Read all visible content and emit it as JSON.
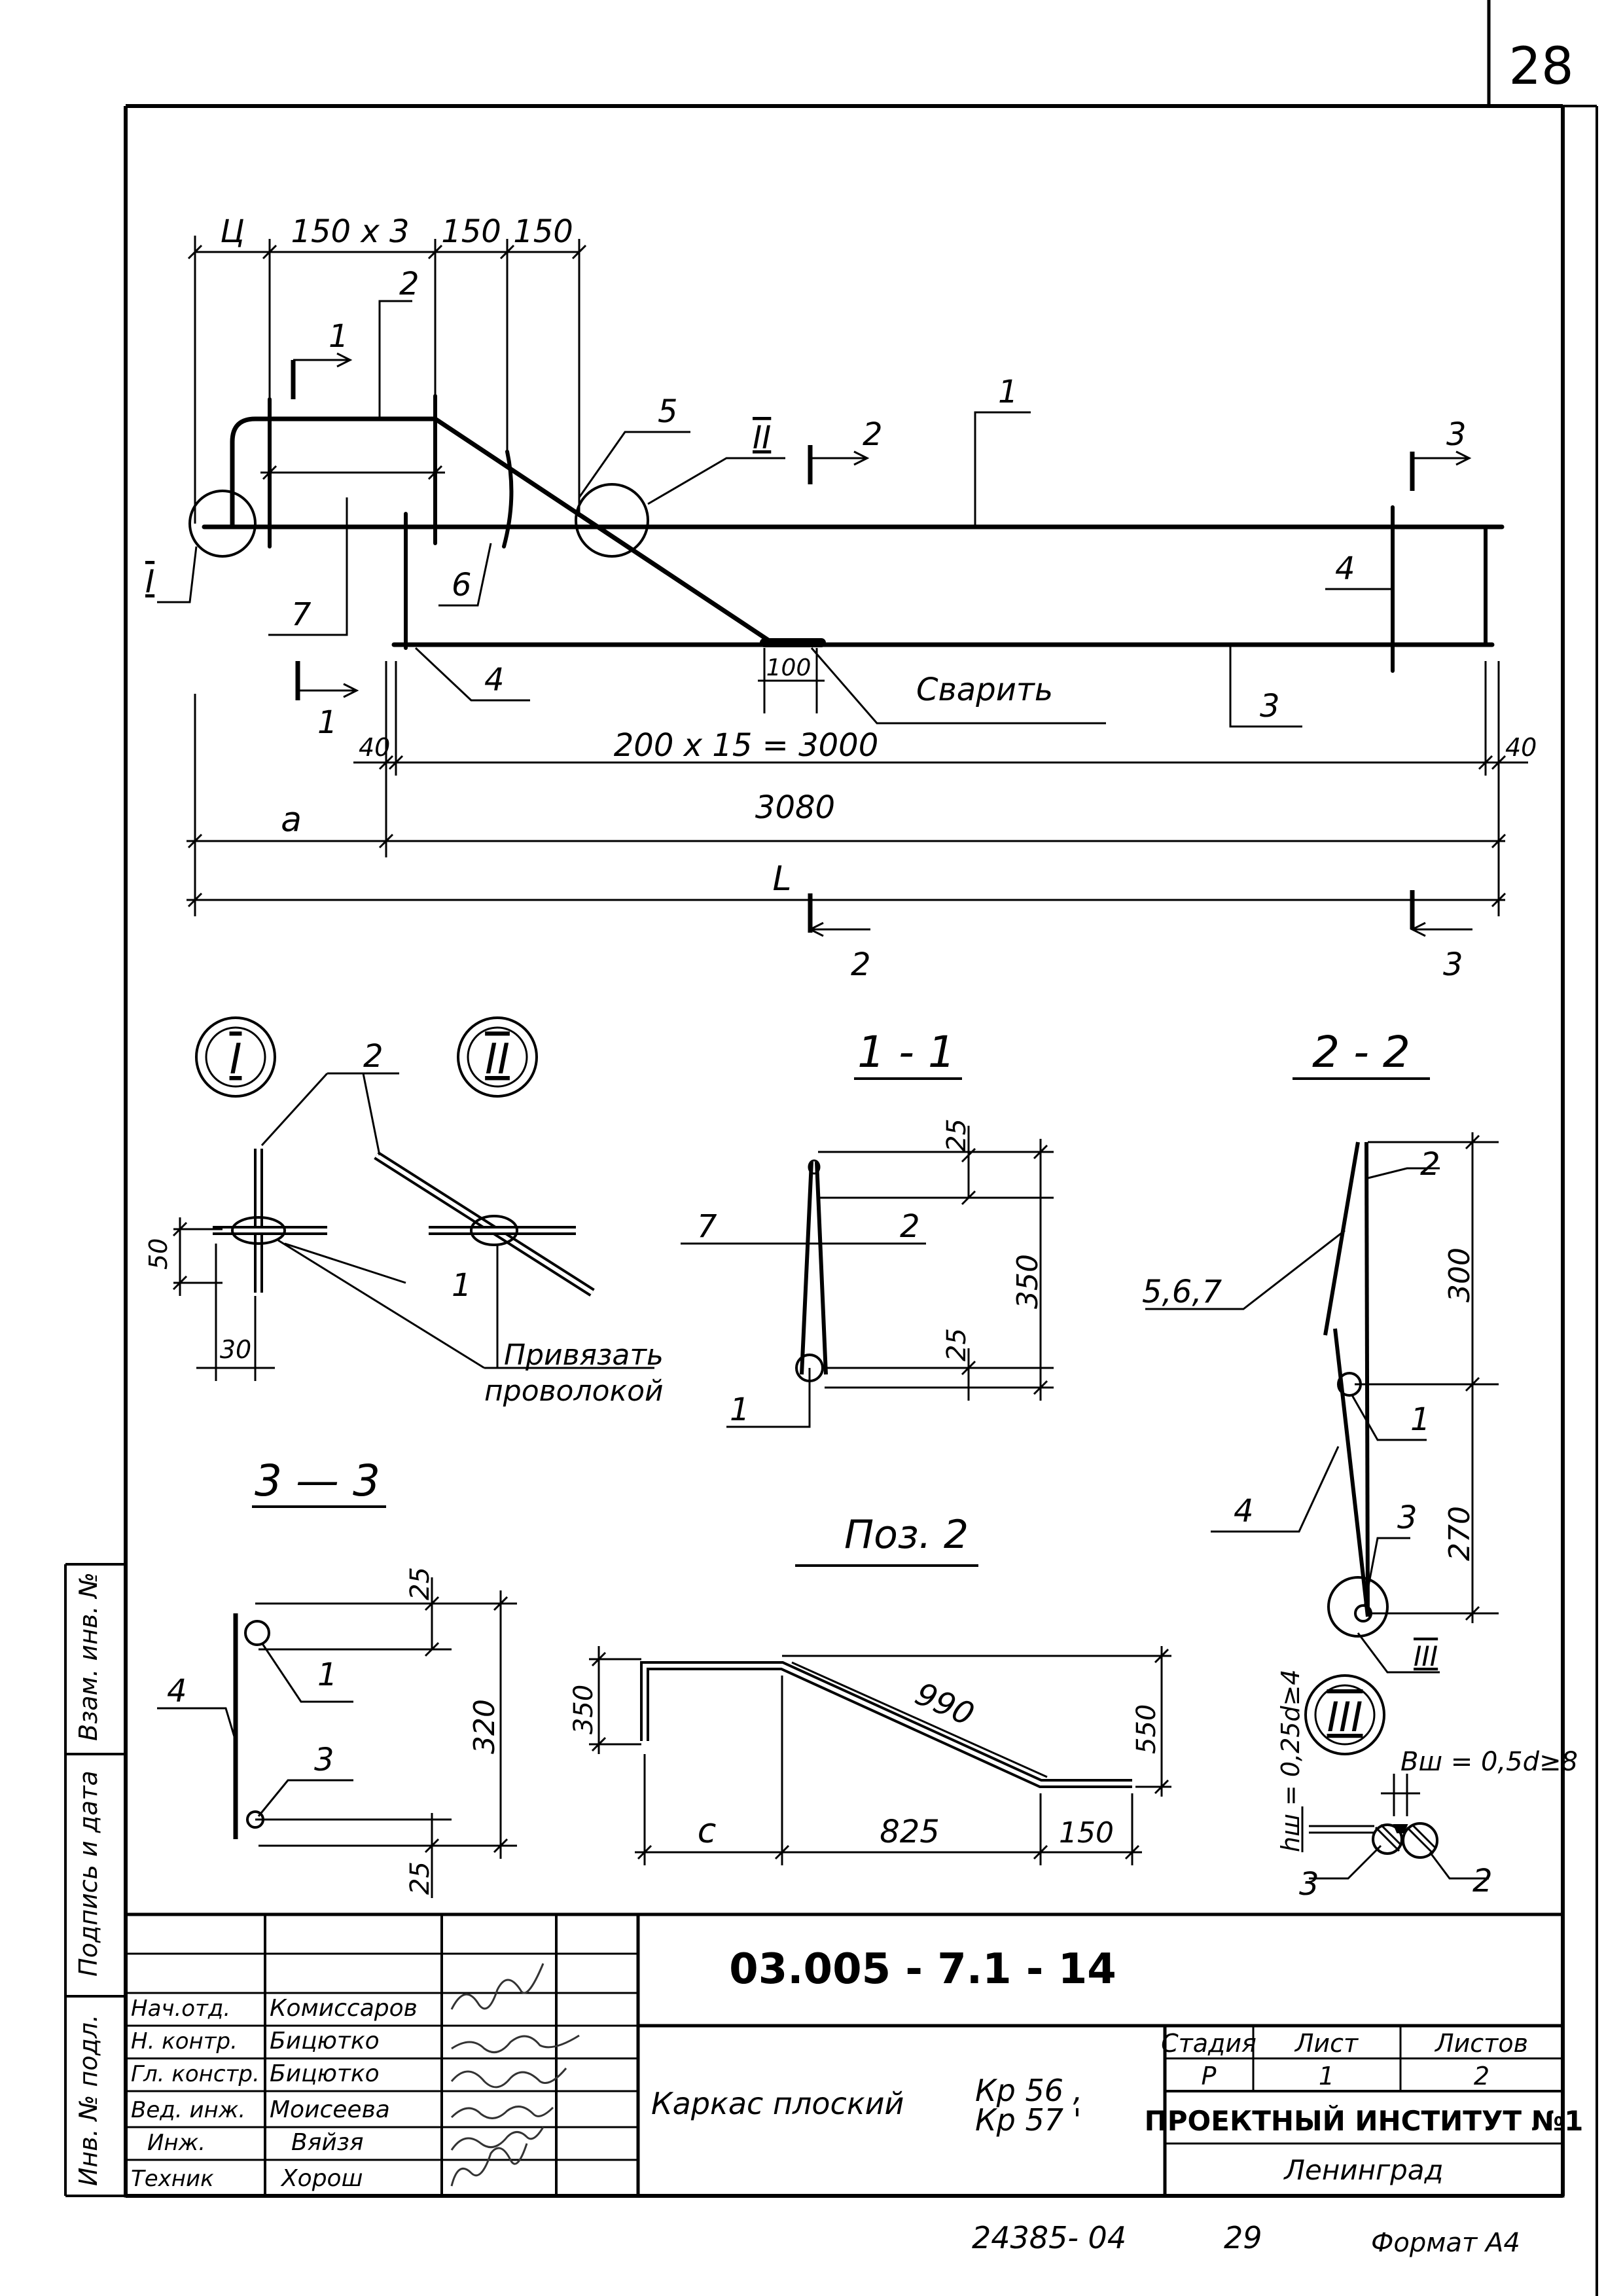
{
  "page_number": "28",
  "main_view": {
    "dim_top": [
      "Ц",
      "150 x 3",
      "150",
      "150"
    ],
    "dim_bottom_40_left": "40",
    "dim_spacing": "200 x 15 = 3000",
    "dim_bottom_40_right": "40",
    "dim_a": "a",
    "dim_3080": "3080",
    "dim_L": "L",
    "dim_weld_100": "100",
    "weld_note": "Сварить",
    "positions": {
      "p1": "1",
      "p2": "2",
      "p3": "3",
      "p4_right": "4",
      "p4_bottom": "4",
      "p5": "5",
      "p6": "6",
      "p7": "7"
    },
    "node_labels": {
      "I": "I",
      "II": "II"
    },
    "sections": {
      "s1_top": "1",
      "s1_bottom": "1",
      "s2_top": "2",
      "s2_bottom": "2",
      "s3_top": "3",
      "s3_bottom": "3"
    }
  },
  "detail_I": {
    "title": "I",
    "pos2": "2",
    "pos1": "1",
    "dim_50": "50",
    "dim_30": "30"
  },
  "detail_II": {
    "title": "II"
  },
  "tie_note": [
    "Привязать",
    "проволокой"
  ],
  "section_1_1": {
    "title": "1 - 1",
    "pos7": "7",
    "pos2": "2",
    "pos1": "1",
    "dim_25_top": "25",
    "dim_25_bottom": "25",
    "dim_350": "350"
  },
  "section_2_2": {
    "title": "2 - 2",
    "pos2": "2",
    "pos567": "5,6,7",
    "pos1": "1",
    "pos4": "4",
    "pos3": "3",
    "node_III": "III",
    "dim_300": "300",
    "dim_270": "270"
  },
  "section_3_3": {
    "title": "3 — 3",
    "pos4": "4",
    "pos1": "1",
    "pos3": "3",
    "dim_25_top": "25",
    "dim_320": "320",
    "dim_25_bottom": "25"
  },
  "pos2_detail": {
    "title": "Поз. 2",
    "dim_350": "350",
    "dim_990": "990",
    "dim_550": "550",
    "dim_c": "c",
    "dim_825": "825",
    "dim_150": "150"
  },
  "detail_III": {
    "title": "III",
    "formula_h": "hш = 0,25d≥4",
    "formula_b": "Bш = 0,5d≥8",
    "pos3": "3",
    "pos2": "2"
  },
  "title_block": {
    "doc_code": "03.005 - 7.1 - 14",
    "roles": [
      "Нач.отд.",
      "Н. контр.",
      "Гл. констр.",
      "Вед. инж.",
      "Инж.",
      "Техник"
    ],
    "names": [
      "Комиссаров",
      "Бицютко",
      "Бицютко",
      "Моисеева",
      "Вяйзя",
      "Хорош"
    ],
    "description": "Каркас плоский",
    "marks": [
      "Кр 56 ,",
      "Кр 57 '"
    ],
    "stage_header": "Стадия",
    "sheet_header": "Лист",
    "sheets_header": "Листов",
    "stage": "Р",
    "sheet": "1",
    "sheets": "2",
    "institute": "ПРОЕКТНЫЙ ИНСТИТУТ №1",
    "city": "Ленинград"
  },
  "side_labels": [
    "Инв. № подл.",
    "Подпись и дата",
    "Взам. инв. №"
  ],
  "footer": {
    "archive_no": "24385- 04",
    "page": "29",
    "format": "Формат А4"
  }
}
